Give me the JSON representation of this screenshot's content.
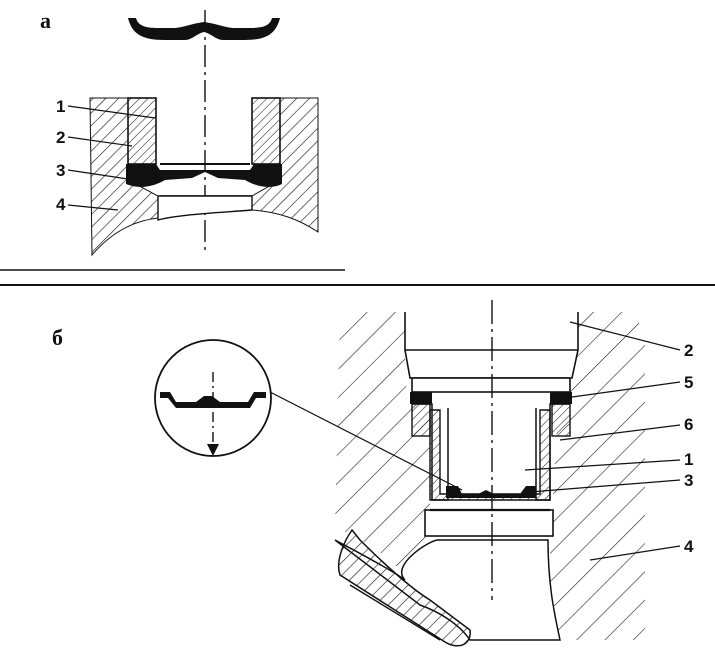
{
  "figure": {
    "panel_a": {
      "letter": "a",
      "callouts": [
        "1",
        "2",
        "3",
        "4"
      ]
    },
    "panel_b": {
      "letter": "б",
      "callouts": [
        "2",
        "5",
        "6",
        "1",
        "3",
        "4"
      ]
    }
  }
}
